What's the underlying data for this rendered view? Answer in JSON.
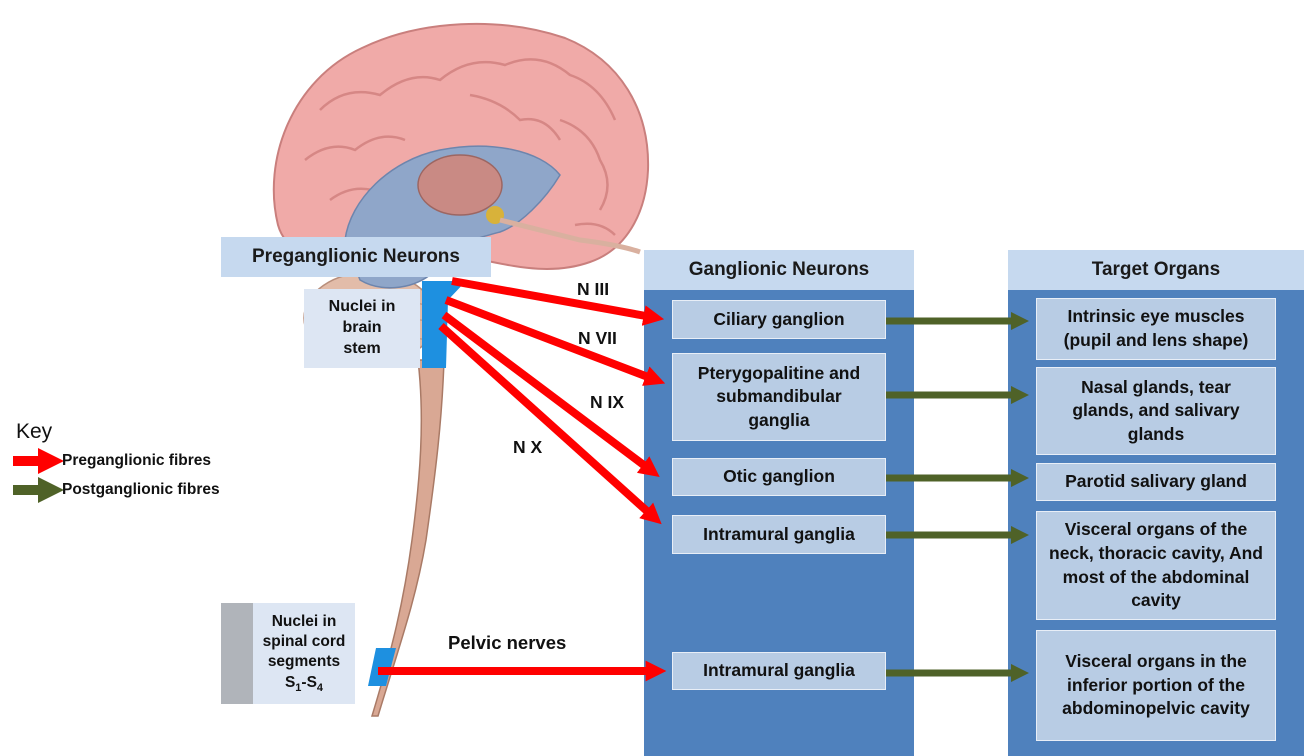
{
  "headers": {
    "preganglionic": "Preganglionic Neurons",
    "ganglionic": "Ganglionic Neurons",
    "targets": "Target Organs"
  },
  "nuclei": {
    "brainstem": "Nuclei in brain stem",
    "spinal_line1": "Nuclei in",
    "spinal_line2": "spinal cord",
    "spinal_line3": "segments",
    "spinal_s": "S",
    "spinal_sub1": "1",
    "spinal_dash": "-S",
    "spinal_sub2": "4"
  },
  "nerves": [
    "N III",
    "N VII",
    "N IX",
    "N X",
    "Pelvic nerves"
  ],
  "ganglia": [
    "Ciliary ganglion",
    "Pterygopalitine and submandibular ganglia",
    "Otic ganglion",
    "Intramural ganglia",
    "Intramural ganglia"
  ],
  "targets": [
    "Intrinsic eye muscles (pupil and lens shape)",
    "Nasal glands, tear glands, and salivary glands",
    "Parotid salivary gland",
    "Visceral organs of the neck, thoracic cavity, And most of the abdominal cavity",
    "Visceral organs in the inferior portion of the abdominopelvic cavity"
  ],
  "key": {
    "title": "Key",
    "pre": "Preganglionic fibres",
    "post": "Postganglionic fibres"
  },
  "colors": {
    "preganglionic_arrow": "#ff0000",
    "postganglionic_arrow": "#4f6228",
    "column": "#4f81bd",
    "box": "#b8cce4",
    "header": "#c6d9ef",
    "brainstem_highlight": "#1e90e0"
  }
}
